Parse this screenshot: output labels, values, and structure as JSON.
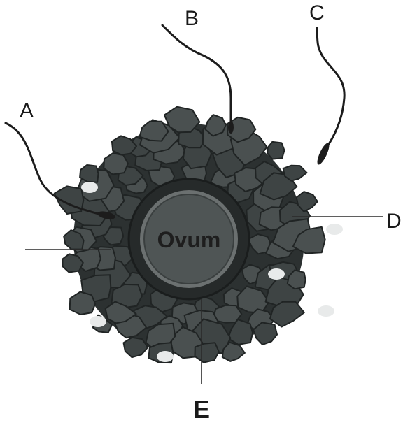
{
  "diagram": {
    "center_label": "Ovum",
    "labels": {
      "a": "A",
      "b": "B",
      "c": "C",
      "d": "D",
      "e": "E"
    }
  },
  "colors": {
    "background": "#ffffff",
    "corona_cell": "#3e4444",
    "corona_cell_alt": "#4a5050",
    "corona_edge": "#202424",
    "ovum_fill": "#4f5555",
    "ovum_ring": "#6b7070",
    "zona": "#262a2a",
    "sperm": "#1c1c1c",
    "line": "#2a2a2a"
  }
}
